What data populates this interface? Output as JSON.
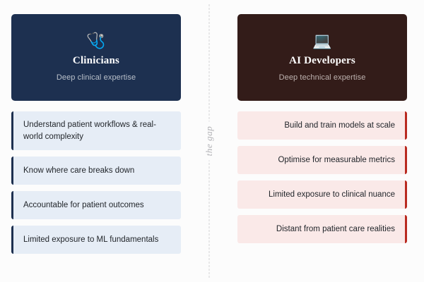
{
  "background_color": "#fcfcfc",
  "gap": {
    "label": "the gap",
    "line_color": "#d3d3d6",
    "label_color": "#b0b0b4"
  },
  "columns": [
    {
      "side": "left",
      "accent_color": "#1d3050",
      "card_background": "#1d3050",
      "item_background": "#e6edf6",
      "icon": "stethoscope-icon",
      "icon_glyph": "🩺",
      "title": "Clinicians",
      "subtitle": "Deep clinical expertise",
      "items": [
        "Understand patient workflows & real-world complexity",
        "Know where care breaks down",
        "Accountable for patient outcomes",
        "Limited exposure to ML fundamentals"
      ]
    },
    {
      "side": "right",
      "accent_color": "#b92a20",
      "card_background": "#331c19",
      "item_background": "#fae9e8",
      "icon": "laptop-icon",
      "icon_glyph": "💻",
      "title": "AI Developers",
      "subtitle": "Deep technical expertise",
      "items": [
        "Build and train models at scale",
        "Optimise for measurable metrics",
        "Limited exposure to clinical nuance",
        "Distant from patient care realities"
      ]
    }
  ]
}
